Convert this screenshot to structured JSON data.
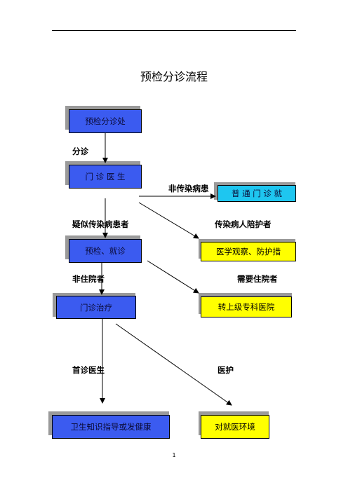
{
  "page": {
    "title": "预检分诊流程",
    "page_number": "1"
  },
  "boxes": {
    "triage_desk": "预检分诊处",
    "clinic_doctor": "门 诊 医 生",
    "general_clinic": "普 通 门 诊 就",
    "pre_exam": "预检、就诊",
    "medical_observation": "医学观察、防护措",
    "outpatient_treatment": "门诊治疗",
    "transfer": "转上级专科医院",
    "health_guidance": "卫生知识指导或发健康",
    "environment": "对就医环境"
  },
  "labels": {
    "triage": "分诊",
    "non_infectious": "非传染病患",
    "suspected": "疑似传染病患者",
    "companion": "传染病人陪护者",
    "non_inpatient": "非住院者",
    "needs_hospitalization": "需要住院者",
    "first_doctor": "首诊医生",
    "nursing": "医护"
  },
  "colors": {
    "blue_box": "#3b5bf0",
    "cyan_box": "#1ec6f0",
    "yellow_box": "#ffff00",
    "shadow": "#9a9a9a"
  }
}
